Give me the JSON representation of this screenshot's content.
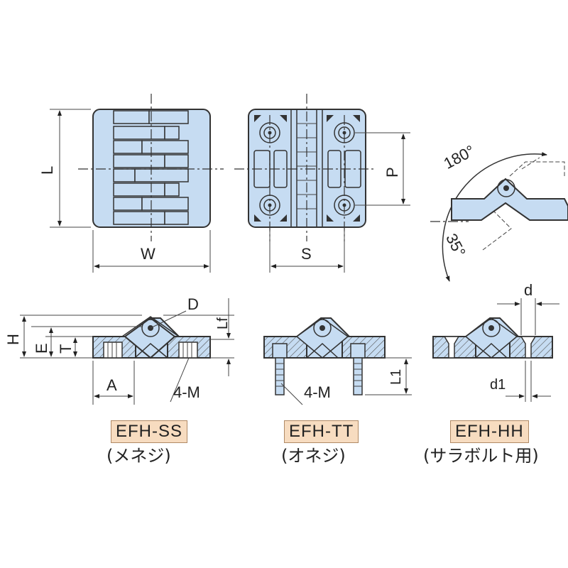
{
  "labels": {
    "L": "L",
    "W": "W",
    "S": "S",
    "P": "P",
    "angle_open": "180°",
    "angle_close": "35°",
    "H": "H",
    "E": "E",
    "T": "T",
    "D": "D",
    "Lf": "Lf",
    "A": "A",
    "M_ss": "4-M",
    "M_tt": "4-M",
    "L1": "L1",
    "d": "d",
    "d1": "d1"
  },
  "models": [
    {
      "code": "EFH-SS",
      "desc": "(メネジ)"
    },
    {
      "code": "EFH-TT",
      "desc": "(オネジ)"
    },
    {
      "code": "EFH-HH",
      "desc": "(サラボルト用)"
    }
  ],
  "colors": {
    "part": "#c6dcf2",
    "label_bg": "#f7dcc0",
    "line": "#333333"
  }
}
